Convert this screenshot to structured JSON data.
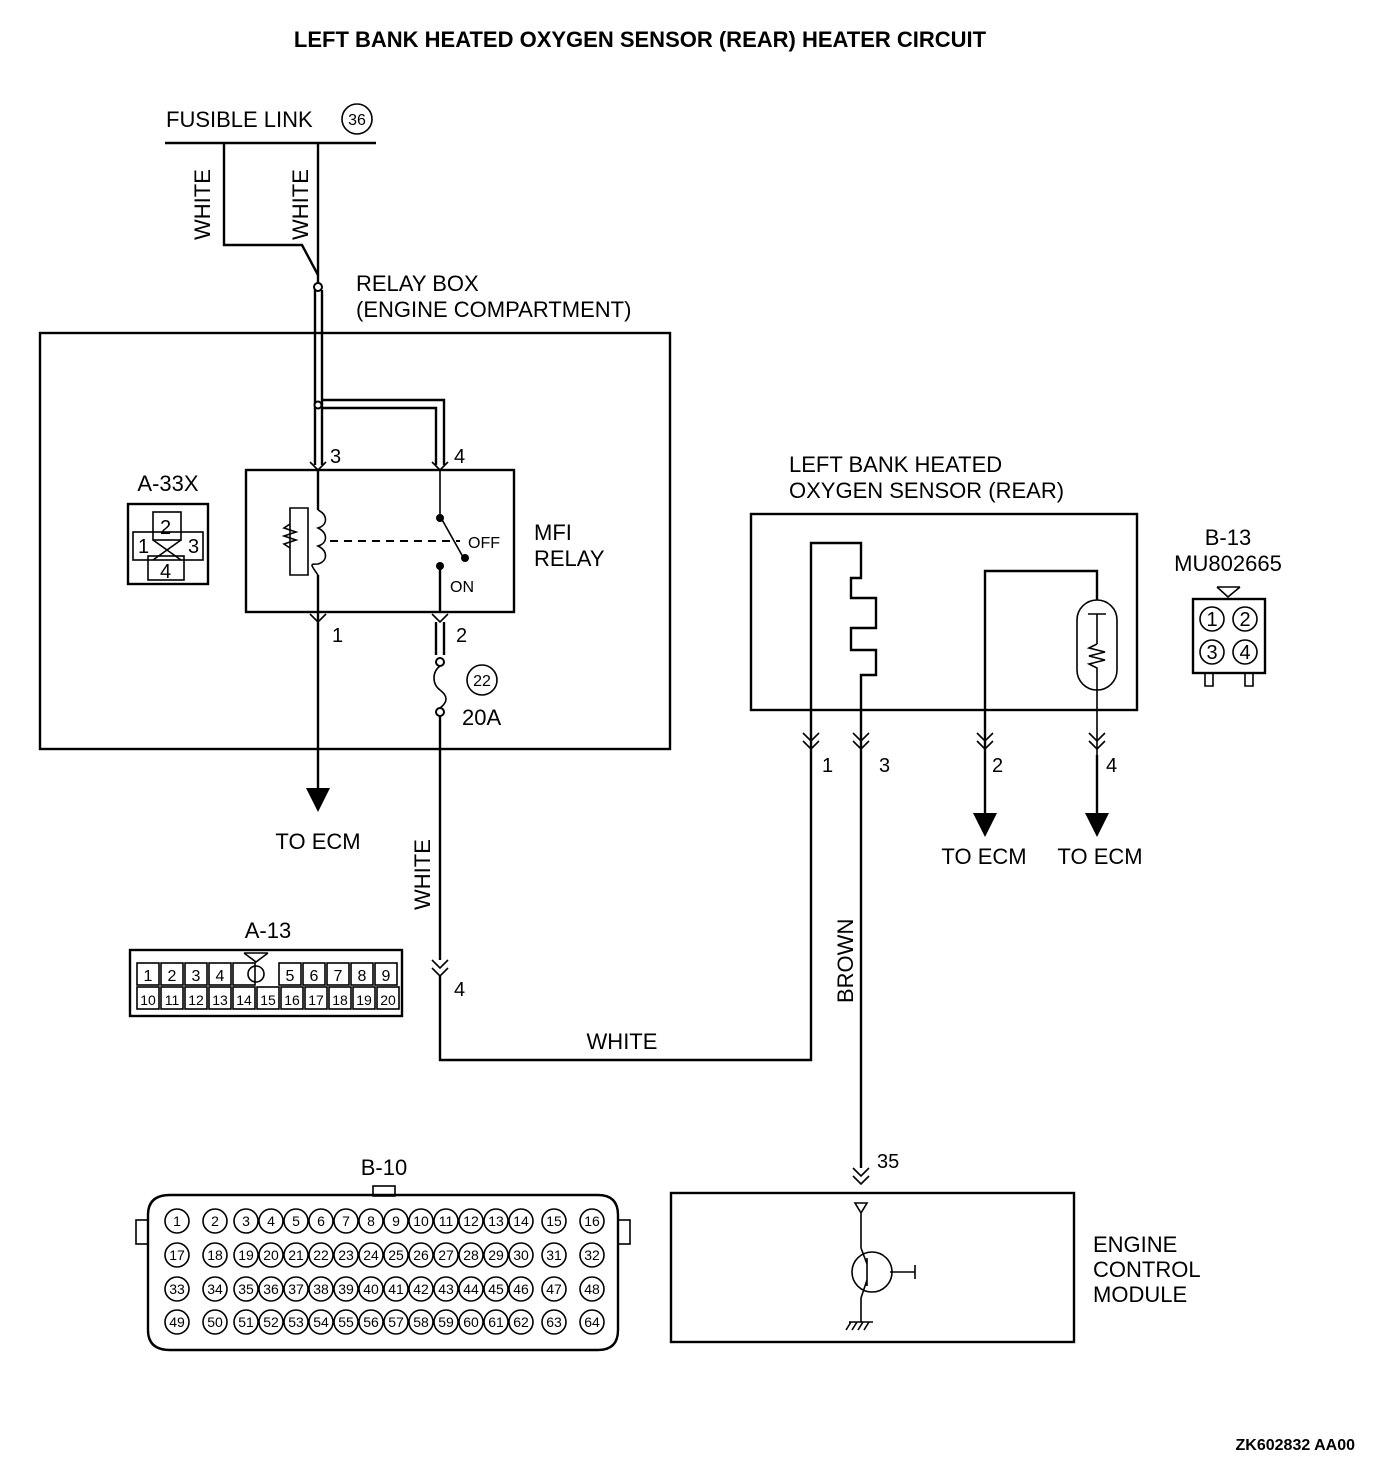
{
  "title": "LEFT BANK HEATED OXYGEN SENSOR (REAR) HEATER CIRCUIT",
  "fusible_link": {
    "label": "FUSIBLE LINK",
    "number": "36"
  },
  "wire_colors": {
    "white": "WHITE",
    "brown": "BROWN"
  },
  "relay_box": {
    "line1": "RELAY BOX",
    "line2": "(ENGINE COMPARTMENT)"
  },
  "mfi_relay": {
    "line1": "MFI",
    "line2": "RELAY",
    "off": "OFF",
    "on": "ON",
    "pins": {
      "p3": "3",
      "p4": "4",
      "p1": "1",
      "p2": "2"
    }
  },
  "fuse": {
    "number": "22",
    "rating": "20A"
  },
  "connectors": {
    "a33x": {
      "name": "A-33X",
      "pins": [
        "1",
        "2",
        "3",
        "4"
      ]
    },
    "a13": {
      "name": "A-13",
      "row1": [
        "1",
        "2",
        "3",
        "4",
        "",
        "5",
        "6",
        "7",
        "8",
        "9"
      ],
      "row2": [
        "10",
        "11",
        "12",
        "13",
        "14",
        "15",
        "16",
        "17",
        "18",
        "19",
        "20"
      ],
      "pin": "4"
    },
    "b13": {
      "name": "B-13",
      "part": "MU802665",
      "pins": [
        "1",
        "2",
        "3",
        "4"
      ]
    },
    "b10": {
      "name": "B-10",
      "pin": "35"
    }
  },
  "sensor": {
    "line1": "LEFT BANK HEATED",
    "line2": "OXYGEN SENSOR (REAR)",
    "pins": {
      "p1": "1",
      "p3": "3",
      "p2": "2",
      "p4": "4"
    }
  },
  "to_ecm": "TO ECM",
  "ecm": {
    "line1": "ENGINE",
    "line2": "CONTROL",
    "line3": "MODULE"
  },
  "figure_code": "ZK602832 AA00"
}
